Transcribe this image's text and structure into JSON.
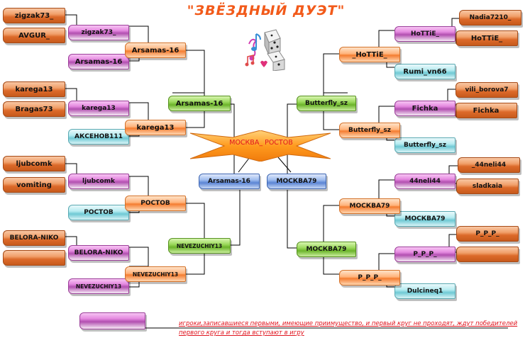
{
  "title": "\"ЗВЁЗДНЫЙ ДУЭТ\"",
  "final_label": "МОСКВА_ РОСТОВ",
  "note": "игроки,записавшиеся первыми, имеющие приимущество, и первый круг не проходят, ждут победителей первого круга и тогда вступают в игру",
  "left": {
    "entrants": [
      "zigzak73_",
      "AVGUR_",
      "karega13",
      "Bragas73",
      "ljubcomk",
      "vomiting",
      "BELORA-NIKO",
      ""
    ],
    "round1": [
      "zigzak73_",
      "Arsamas-16",
      "karega13",
      "АКСЕНОВ111",
      "ljubcomk",
      "РОСТОВ",
      "BELORA-NIKO",
      "NEVEZUCHIY13"
    ],
    "round2": [
      "Arsamas-16",
      "karega13",
      "РОСТОВ",
      "NEVEZUCHIY13"
    ],
    "round3": [
      "Arsamas-16",
      "NEVEZUCHIY13"
    ],
    "semifinal": "Arsamas-16"
  },
  "right": {
    "entrants": [
      "Nadia7210_",
      "HoTTiE_",
      "vili_borova7",
      "Fichka",
      "_44neli44",
      "sladkaia",
      "P_P_P_",
      ""
    ],
    "round1": [
      "HoTTiE_",
      "Rumi_vn66",
      "Fichka",
      "Butterfly_sz",
      "44neli44",
      "МОСКВА79",
      "P_P_P_",
      "Dulcineq1"
    ],
    "round2": [
      "_HoTTiE_",
      "Butterfly_sz",
      "МОСКВА79",
      "P_P_P_"
    ],
    "round3": [
      "Butterfly_sz",
      "МОСКВА79"
    ],
    "semifinal": "МОСКВА79"
  },
  "legend_box": ""
}
